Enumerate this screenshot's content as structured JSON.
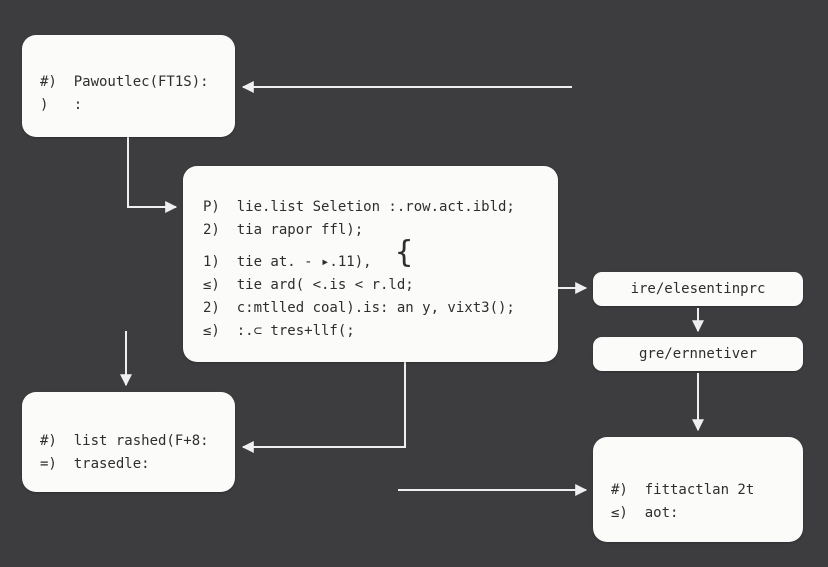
{
  "diagram": {
    "colors": {
      "background": "#3d3d3f",
      "box_fill": "#fbfbfa",
      "text": "#2e2e2e",
      "arrow": "#efefef"
    },
    "boxes": {
      "top_left": {
        "lines": [
          "#)  Pawoutlec(FT1S):",
          ")   :"
        ]
      },
      "center": {
        "stanza1": [
          "P)  lie.list Seletion :.row.act.ibld;",
          "2)  tia rapor ffl);"
        ],
        "stanza2": [
          "1)  tie at. - ▸.11),",
          "≤)  tie ard( <.is < r.ld;",
          "2)  c:mtlled coal).is: an y, vixt3();",
          "≤)  :.⊂ tres+llf(;"
        ],
        "brace": "{"
      },
      "right_top": {
        "label": "ire/elesentinprc"
      },
      "right_middle": {
        "label": "gre/ernnetiver"
      },
      "bottom_left": {
        "lines": [
          "#)  list rashed(F+8:",
          "=)  trasedle:"
        ]
      },
      "bottom_right": {
        "lines": [
          "#)  fittactlan 2t",
          "≤)  aot:"
        ]
      }
    }
  }
}
